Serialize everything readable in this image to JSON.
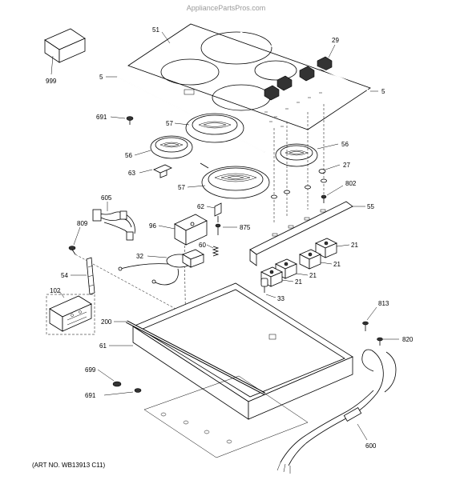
{
  "watermark": "AppliancePartsPros.com",
  "art_number": "(ART NO. WB13913 C11)",
  "labels": {
    "p999": "999",
    "p51": "51",
    "p29": "29",
    "p5_left": "5",
    "p5_right": "5",
    "p691_top": "691",
    "p57_top": "57",
    "p56_left": "56",
    "p56_right": "56",
    "p63": "63",
    "p27": "27",
    "p57_bottom": "57",
    "p802": "802",
    "p605": "605",
    "p62": "62",
    "p55": "55",
    "p809": "809",
    "p96": "96",
    "p875": "875",
    "p60": "60",
    "p21_a": "21",
    "p21_b": "21",
    "p21_c": "21",
    "p21_d": "21",
    "p32": "32",
    "p54": "54",
    "p33": "33",
    "p102": "102",
    "p813": "813",
    "p200": "200",
    "p820": "820",
    "p61": "61",
    "p699": "699",
    "p691_bottom": "691",
    "p600": "600"
  }
}
